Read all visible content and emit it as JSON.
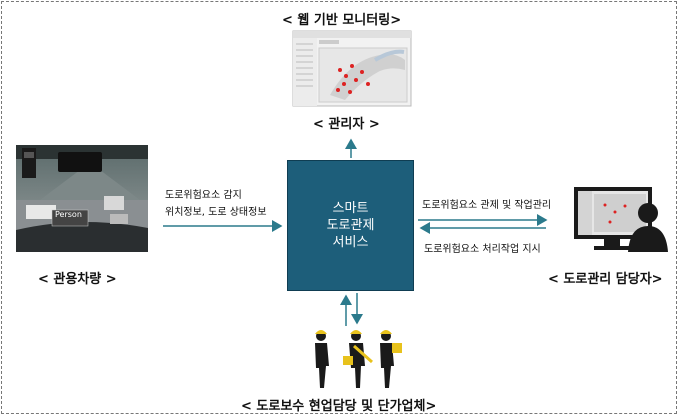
{
  "top": {
    "label": "< 웹 기반 모니터링>",
    "sublabel": "< 관리자 >"
  },
  "center": {
    "lines": [
      "스마트",
      "도로관제",
      "서비스"
    ],
    "color": "#1d5e7a"
  },
  "left": {
    "label": "< 관용차량 >",
    "notes": [
      "도로위험요소 감지",
      "위치정보, 도로 상태정보"
    ],
    "vehicle_tag": "Person"
  },
  "right": {
    "label": "< 도로관리 담당자>",
    "notes": [
      "도로위험요소 관제 및 작업관리",
      "도로위험요소 처리작업 지시"
    ]
  },
  "bottom": {
    "label": "< 도로보수 현업담당 및 단가업체>"
  },
  "arrow_color": "#2b7a8c",
  "icons": {
    "monitoring": "map-screen-icon",
    "vehicle": "dashcam-photo-icon",
    "manager": "computer-user-icon",
    "workers": "construction-workers-icon"
  }
}
